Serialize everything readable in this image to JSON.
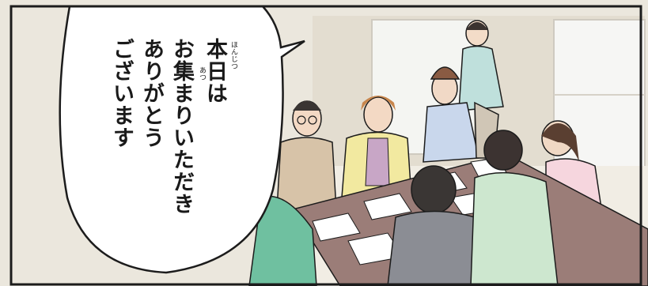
{
  "speech_bubble": {
    "lines": [
      "本日は",
      "お集まりいただき",
      "ありがとう",
      "ございます"
    ],
    "ruby_honjitsu": "ほんじつ",
    "ruby_atsu": "あつ"
  },
  "colors": {
    "wall": "#e6e1d6",
    "floor": "#f4f1ea",
    "window": "#f3f4f2",
    "table": "#9a7d78",
    "outline": "#1c1c1c"
  }
}
